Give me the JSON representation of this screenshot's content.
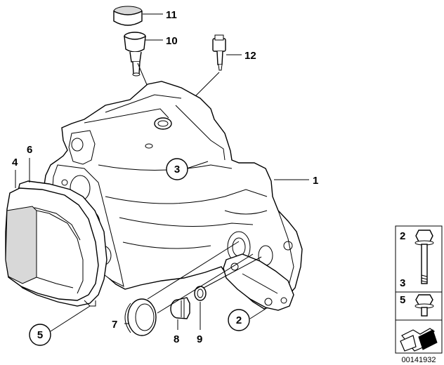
{
  "callouts": {
    "c1": "1",
    "c2": "2",
    "c3": "3",
    "c4": "4",
    "c5": "5",
    "c6": "6",
    "c7": "7",
    "c8": "8",
    "c9": "9",
    "c10": "10",
    "c11": "11",
    "c12": "12"
  },
  "legend": {
    "top_num_a": "2",
    "top_num_b": "3",
    "bottom_num": "5"
  },
  "diagram_id": "00141932"
}
